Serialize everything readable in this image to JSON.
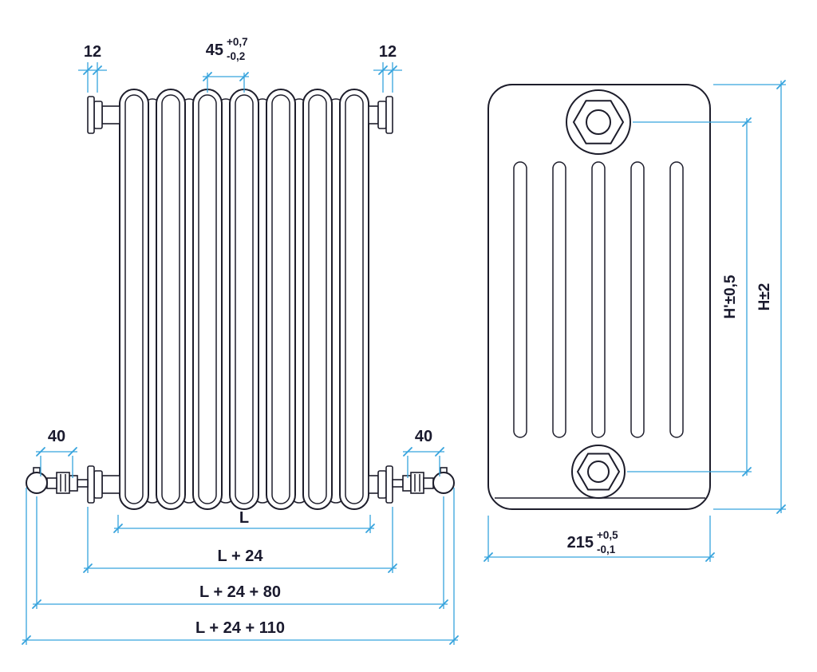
{
  "drawing": {
    "front_view": {
      "dim_tab_left": "12",
      "dim_pitch_value": "45",
      "dim_pitch_tol_plus": "+0,7",
      "dim_pitch_tol_minus": "-0,2",
      "dim_tab_right": "12",
      "dim_valve_left": "40",
      "dim_valve_right": "40",
      "dim_length": "L",
      "dim_length_24": "L + 24",
      "dim_length_24_80": "L + 24 + 80",
      "dim_length_24_110": "L + 24 + 110"
    },
    "side_view": {
      "dim_pipe_centres": "H'±0,5",
      "dim_height": "H±2",
      "dim_depth_value": "215",
      "dim_depth_tol_plus": "+0,5",
      "dim_depth_tol_minus": "-0,1"
    }
  },
  "colors": {
    "line": "#1d1d2b",
    "dimension": "#36a3dd",
    "text": "#1a1a2e",
    "background": "#ffffff"
  }
}
